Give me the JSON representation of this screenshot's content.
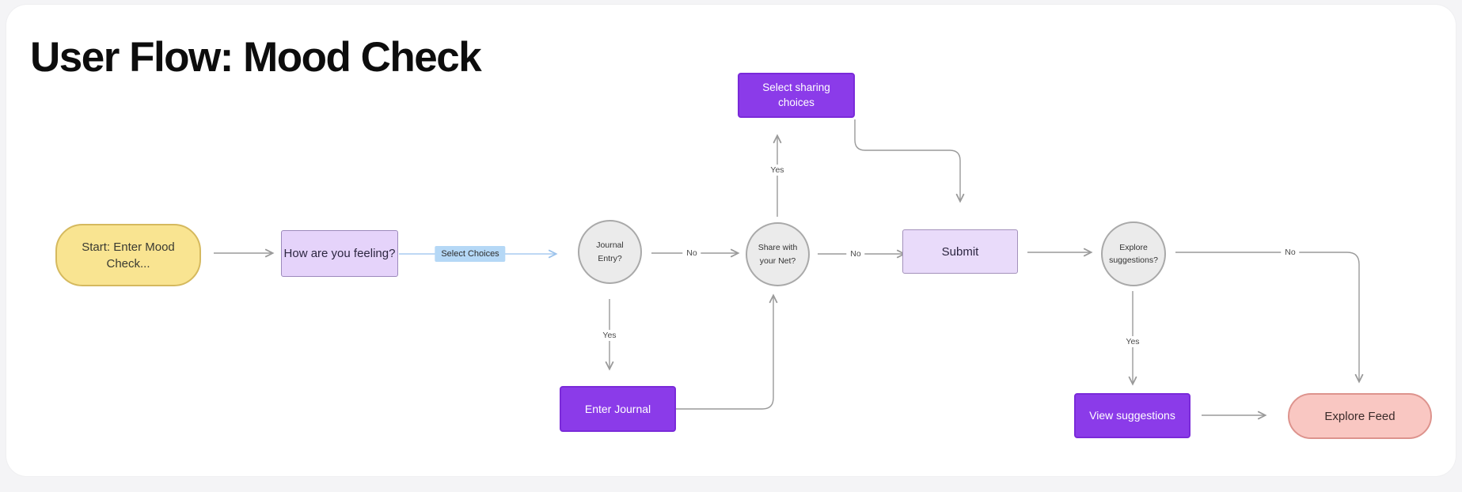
{
  "title": "User Flow: Mood Check",
  "colors": {
    "accent_purple": "#8b3be9",
    "light_purple": "#e5d3fa",
    "terminator_yellow": "#f9e491",
    "terminator_pink": "#f9c7c2",
    "decision_gray": "#ebebeb",
    "edge_gray": "#9a9a9a",
    "highlight_blue": "#b5d8f6"
  },
  "nodes": {
    "start": {
      "label": "Start: Enter Mood Check...",
      "type": "terminator"
    },
    "feeling": {
      "label": "How are you feeling?",
      "type": "process"
    },
    "journal": {
      "label": "Journal Entry?",
      "type": "decision"
    },
    "share": {
      "label": "Share with your Net?",
      "type": "decision"
    },
    "submit": {
      "label": "Submit",
      "type": "process"
    },
    "explore": {
      "label": "Explore suggestions?",
      "type": "decision"
    },
    "select_sharing": {
      "label": "Select sharing choices",
      "type": "action"
    },
    "enter_journal": {
      "label": "Enter Journal",
      "type": "action"
    },
    "view_suggestions": {
      "label": "View suggestions",
      "type": "action"
    },
    "explore_feed": {
      "label": "Explore Feed",
      "type": "terminator"
    }
  },
  "edge_labels": {
    "select_choices": "Select Choices",
    "journal_no": "No",
    "journal_yes": "Yes",
    "share_no": "No",
    "share_yes": "Yes",
    "explore_no": "No",
    "explore_yes": "Yes"
  },
  "flow": [
    {
      "from": "start",
      "to": "feeling",
      "label": ""
    },
    {
      "from": "feeling",
      "to": "journal",
      "label": "Select Choices"
    },
    {
      "from": "journal",
      "to": "share",
      "label": "No"
    },
    {
      "from": "journal",
      "to": "enter_journal",
      "label": "Yes"
    },
    {
      "from": "enter_journal",
      "to": "share",
      "label": ""
    },
    {
      "from": "share",
      "to": "submit",
      "label": "No"
    },
    {
      "from": "share",
      "to": "select_sharing",
      "label": "Yes"
    },
    {
      "from": "select_sharing",
      "to": "submit",
      "label": ""
    },
    {
      "from": "submit",
      "to": "explore",
      "label": ""
    },
    {
      "from": "explore",
      "to": "explore_feed",
      "label": "No"
    },
    {
      "from": "explore",
      "to": "view_suggestions",
      "label": "Yes"
    },
    {
      "from": "view_suggestions",
      "to": "explore_feed",
      "label": ""
    }
  ]
}
